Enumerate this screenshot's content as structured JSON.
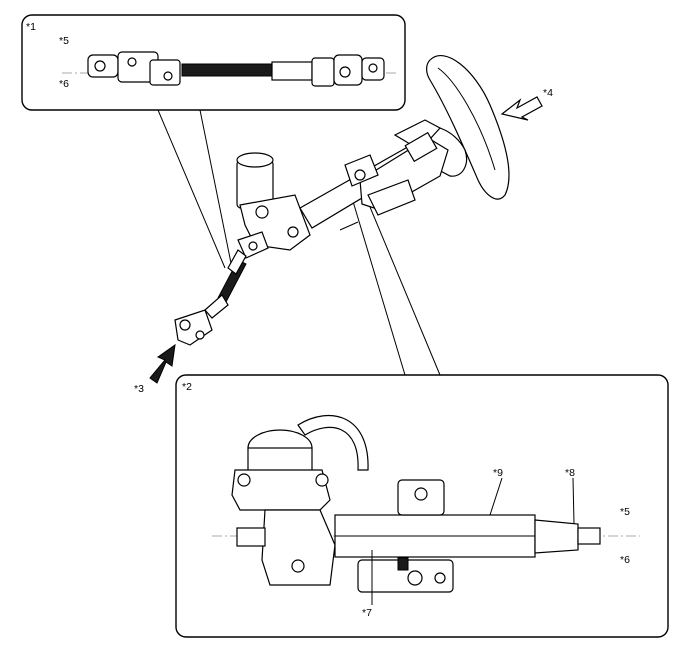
{
  "labels": {
    "c1": "*1",
    "c2": "*2",
    "c3": "*3",
    "c4": "*4",
    "c5_top": "*5",
    "c6_top": "*6",
    "c5_bottom": "*5",
    "c6_bottom": "*6",
    "c7": "*7",
    "c8": "*8",
    "c9": "*9"
  },
  "colors": {
    "line": "#000000",
    "fill": "#ffffff",
    "dark": "#1a1a1a"
  }
}
